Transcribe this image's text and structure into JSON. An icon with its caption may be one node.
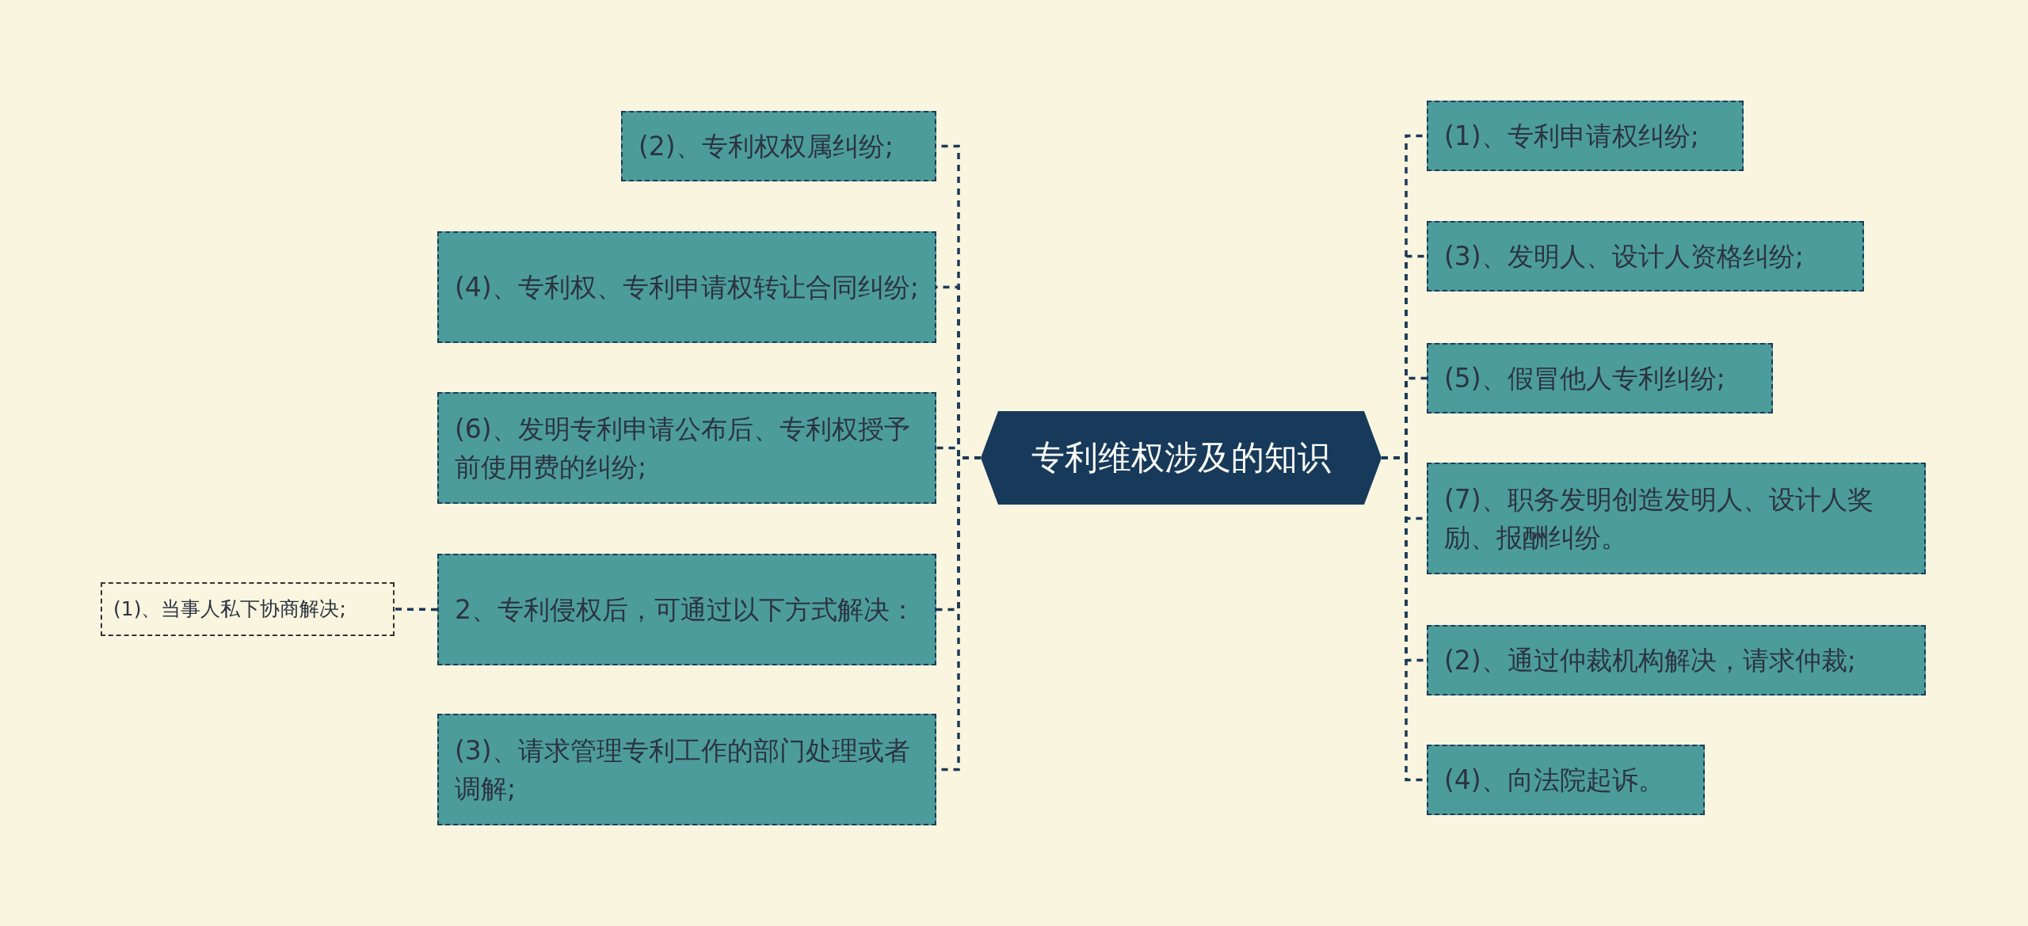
{
  "diagram": {
    "nodes": [
      {
        "text": [
          "专利维权涉及的知识"
        ]
      },
      {
        "text": [
          "(2)、专利权权属纠纷;"
        ]
      },
      {
        "text": [
          "(4)、专利权、专利申请权转让合同纠纷;"
        ]
      },
      {
        "text": [
          "(6)、发明专利申请公布后、专利权授予前使用费的纠纷;"
        ]
      },
      {
        "text": [
          "2、专利侵权后，可通过以下方式解决："
        ]
      },
      {
        "text": [
          "(1)、当事人私下协商解决;"
        ]
      },
      {
        "text": [
          "(3)、请求管理专利工作的部门处理或者调解;"
        ]
      },
      {
        "text": [
          "(1)、专利申请权纠纷;"
        ]
      },
      {
        "text": [
          "(3)、发明人、设计人资格纠纷;"
        ]
      },
      {
        "text": [
          "(5)、假冒他人专利纠纷;"
        ]
      },
      {
        "text": [
          "(7)、职务发明创造发明人、设计人奖励、报酬纠纷。"
        ]
      },
      {
        "text": [
          "(2)、通过仲裁机构解决，请求仲裁;"
        ]
      },
      {
        "text": [
          "(4)、向法院起诉。"
        ]
      }
    ],
    "edges": [
      {
        "from": 0,
        "to": 1,
        "arrow": "none"
      },
      {
        "from": 0,
        "to": 2,
        "arrow": "none"
      },
      {
        "from": 0,
        "to": 3,
        "arrow": "none"
      },
      {
        "from": 0,
        "to": 4,
        "arrow": "none"
      },
      {
        "from": 4,
        "to": 5,
        "arrow": "none"
      },
      {
        "from": 0,
        "to": 6,
        "arrow": "none"
      },
      {
        "from": 0,
        "to": 7,
        "arrow": "none"
      },
      {
        "from": 0,
        "to": 8,
        "arrow": "none"
      },
      {
        "from": 0,
        "to": 9,
        "arrow": "none"
      },
      {
        "from": 0,
        "to": 10,
        "arrow": "none"
      },
      {
        "from": 0,
        "to": 11,
        "arrow": "none"
      },
      {
        "from": 0,
        "to": 12,
        "arrow": "none"
      }
    ]
  }
}
